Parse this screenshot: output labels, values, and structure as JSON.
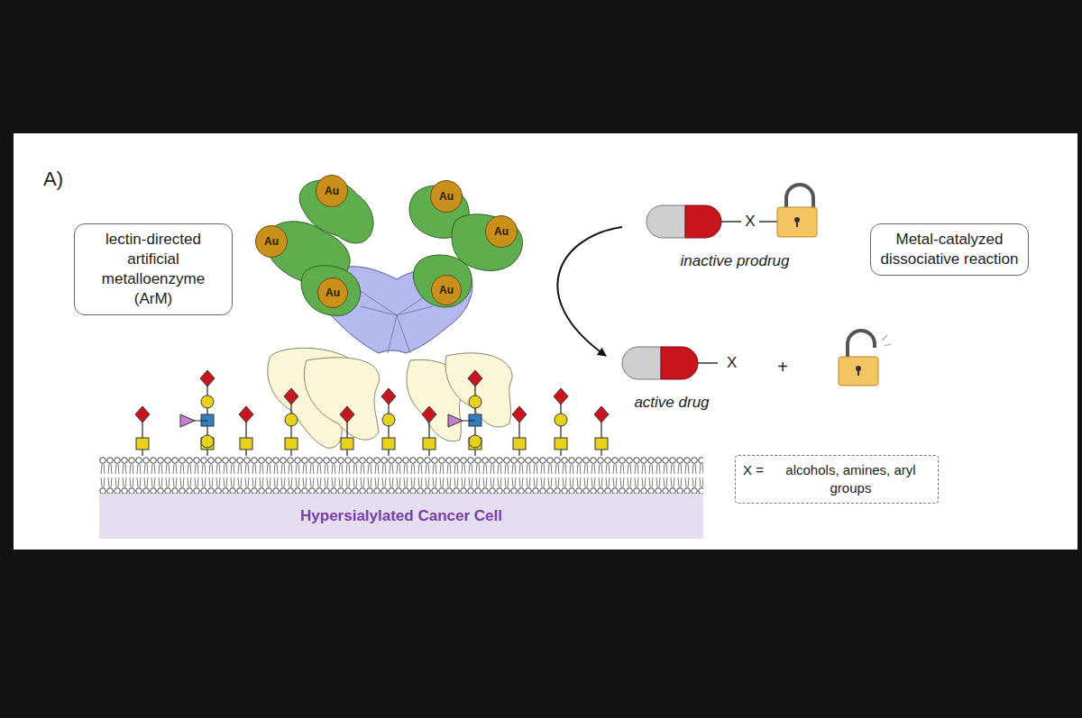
{
  "diagram": {
    "nodes": [
      {
        "text": [
          "lectin-directed artificial metalloenzyme (ArM)"
        ]
      },
      {
        "text": [
          "Au"
        ]
      },
      {
        "text": [
          "Au"
        ]
      },
      {
        "text": [
          "Au"
        ]
      },
      {
        "text": [
          "Au"
        ]
      },
      {
        "text": [
          "Au"
        ]
      },
      {
        "text": [
          "Au"
        ]
      },
      {
        "text": [
          "Metal-catalyzed dissociative reaction"
        ]
      },
      {
        "text": [
          "X =",
          "alcohols, amines, aryl groups"
        ]
      },
      {
        "text": [
          "Hypersialylated Cancer Cell"
        ]
      }
    ],
    "labels": [
      "A)",
      "X",
      "inactive prodrug",
      "X",
      "+",
      "active drug"
    ]
  }
}
